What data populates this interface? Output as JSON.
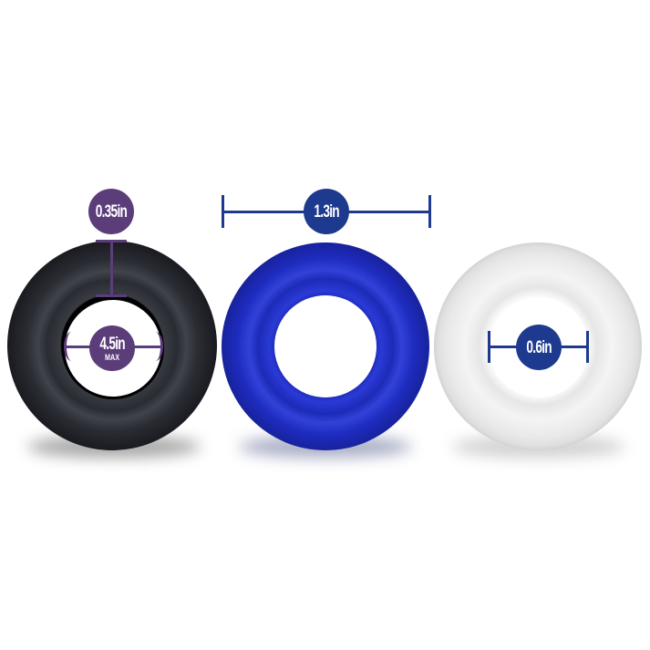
{
  "image": {
    "description": "Product photo of three silicone rings (black, blue, white) with dimension callouts",
    "background_color": "#ffffff"
  },
  "rings": [
    {
      "name": "black-ring",
      "color": "#2b2d33"
    },
    {
      "name": "blue-ring",
      "color": "#1f2fc4"
    },
    {
      "name": "white-ring",
      "color": "#eeeeee"
    }
  ],
  "callouts": {
    "wall_thickness": {
      "value": "0.35in",
      "color": "#5b3d7a"
    },
    "max_stretch": {
      "value": "4.5in",
      "sub": "MAX",
      "color": "#5b3d7a"
    },
    "outer_diameter": {
      "value": "1.3in",
      "color": "#1e3a8f"
    },
    "inner_diameter": {
      "value": "0.6in",
      "color": "#1e3a8f"
    }
  }
}
